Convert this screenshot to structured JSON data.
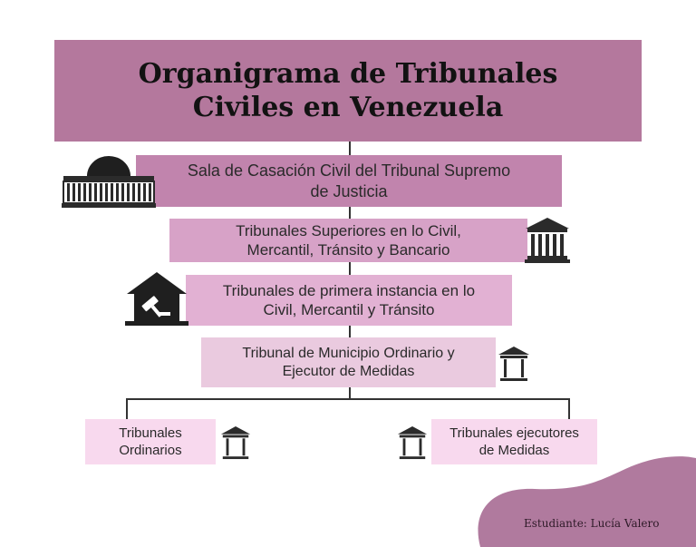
{
  "title": {
    "line1": "Organigrama de Tribunales",
    "line2": "Civiles en Venezuela"
  },
  "levels": {
    "sala": {
      "line1": "Sala de Casación Civil del Tribunal Supremo",
      "line2": "de Justicia"
    },
    "superiores": {
      "line1": "Tribunales Superiores en lo Civil,",
      "line2": "Mercantil, Tránsito y Bancario"
    },
    "primera": {
      "line1": "Tribunales de primera instancia en lo",
      "line2": "Civil, Mercantil y Tránsito"
    },
    "municipio": {
      "line1": "Tribunal de Municipio Ordinario y",
      "line2": "Ejecutor de Medidas"
    },
    "ordinarios": {
      "line1": "Tribunales",
      "line2": "Ordinarios"
    },
    "ejecutores": {
      "line1": "Tribunales ejecutores",
      "line2": "de Medidas"
    }
  },
  "footer": {
    "student": "Estudiante: Lucía Valero"
  },
  "colors": {
    "title_bg": "#b4789d",
    "accent_blob": "#b07a9e",
    "icon": "#2b2b2b"
  },
  "icons": [
    "capitol-building-icon",
    "courthouse-icon",
    "gavel-house-icon",
    "small-courthouse-icon"
  ]
}
